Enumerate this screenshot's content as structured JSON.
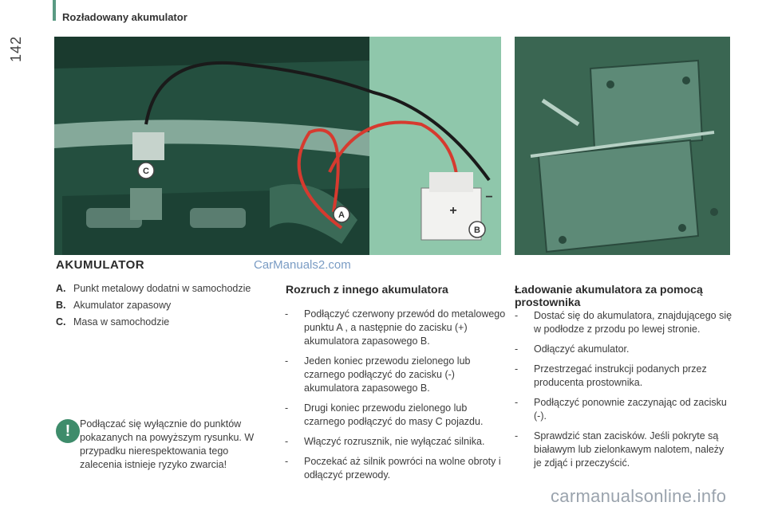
{
  "header": {
    "section_title": "Rozładowany akumulator",
    "page_number": "142"
  },
  "figure": {
    "labels": {
      "a": "A",
      "b": "B",
      "c": "C",
      "plus": "+",
      "minus": "−"
    }
  },
  "akumulator": {
    "title": "AKUMULATOR",
    "watermark": "CarManuals2.com",
    "legend": [
      {
        "key": "A.",
        "text": "Punkt metalowy dodatni w samochodzie"
      },
      {
        "key": "B.",
        "text": "Akumulator zapasowy"
      },
      {
        "key": "C.",
        "text": "Masa w samochodzie"
      }
    ],
    "warning": {
      "icon": "!",
      "text": "Podłączać się wyłącznie do punktów pokazanych na powyższym rysunku. W przypadku nierespektowania tego zalecenia istnieje ryzyko zwarcia!"
    }
  },
  "rozruch": {
    "title": "Rozruch z innego akumulatora",
    "steps": [
      "Podłączyć czerwony przewód do metalowego punktu A , a następnie do zacisku (+) akumulatora zapasowego B.",
      "Jeden koniec przewodu zielonego lub czarnego podłączyć do zacisku (-) akumulatora zapasowego B.",
      "Drugi koniec przewodu zielonego lub czarnego podłączyć do masy C pojazdu.",
      "Włączyć rozrusznik, nie wyłączać silnika.",
      "Poczekać aż silnik powróci na wolne obroty i odłączyć przewody."
    ]
  },
  "ladowanie": {
    "title": "Ładowanie akumulatora za pomocą prostownika",
    "steps": [
      "Dostać się do akumulatora, znajdującego się w podłodze z przodu po lewej stronie.",
      "Odłączyć akumulator.",
      "Przestrzegać instrukcji podanych przez producenta prostownika.",
      "Podłączyć ponownie zaczynając od zacisku (-).",
      "Sprawdzić stan zacisków. Jeśli pokryte są białawym lub zielonkawym nalotem, należy je zdjąć i przeczyścić."
    ]
  },
  "footer": {
    "watermark": "carmanualsonline.info"
  }
}
